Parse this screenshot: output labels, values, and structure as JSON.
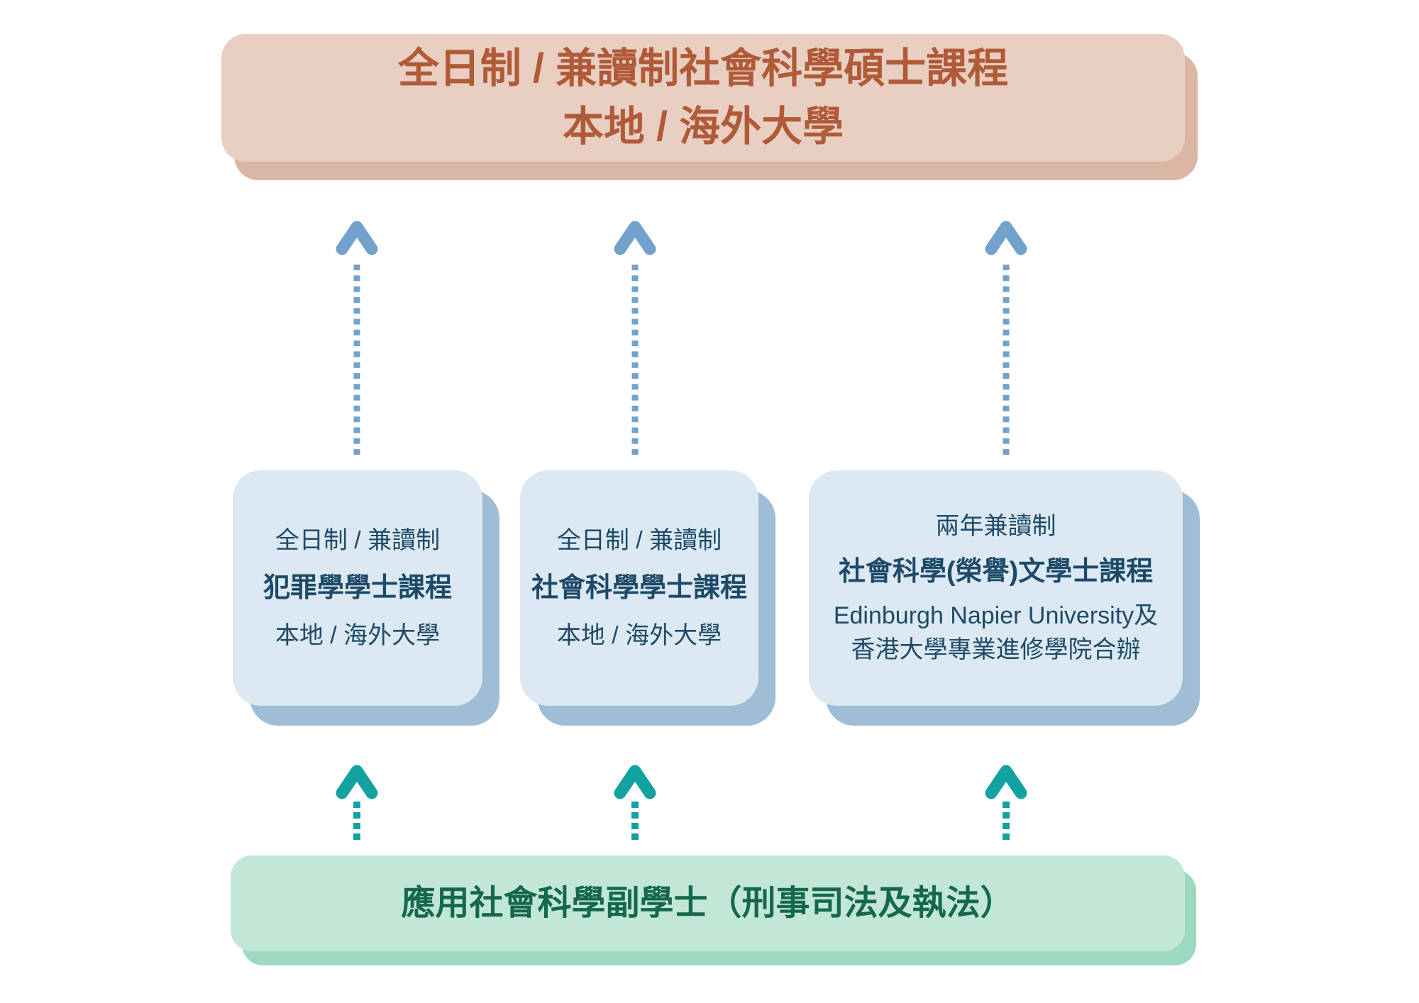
{
  "top_box": {
    "line1": "全日制 / 兼讀制社會科學碩士課程",
    "line2": "本地 / 海外大學"
  },
  "pathway_boxes": [
    {
      "mode": "全日制 / 兼讀制",
      "title": "犯罪學學士課程",
      "institution": "本地 / 海外大學"
    },
    {
      "mode": "全日制 / 兼讀制",
      "title": "社會科學學士課程",
      "institution": "本地 / 海外大學"
    },
    {
      "mode": "兩年兼讀制",
      "title": "社會科學(榮譽)文學士課程",
      "institution_line1": "Edinburgh Napier University及",
      "institution_line2": "香港大學專業進修學院合辦"
    }
  ],
  "bottom_box": {
    "label": "應用社會科學副學士（刑事司法及執法）"
  },
  "colors": {
    "top_box_bg": "#e9cfc2",
    "top_box_shadow": "#dcb6a4",
    "top_box_text": "#b05a38",
    "pathway_box_bg": "#dde9f2",
    "pathway_box_shadow": "#9fbdd5",
    "pathway_box_text": "#1d4a68",
    "bottom_box_bg": "#c3e7d6",
    "bottom_box_shadow": "#9dd8c0",
    "bottom_box_text": "#15684f",
    "arrow_blue": "#72a2cc",
    "arrow_teal": "#12a2a0"
  }
}
